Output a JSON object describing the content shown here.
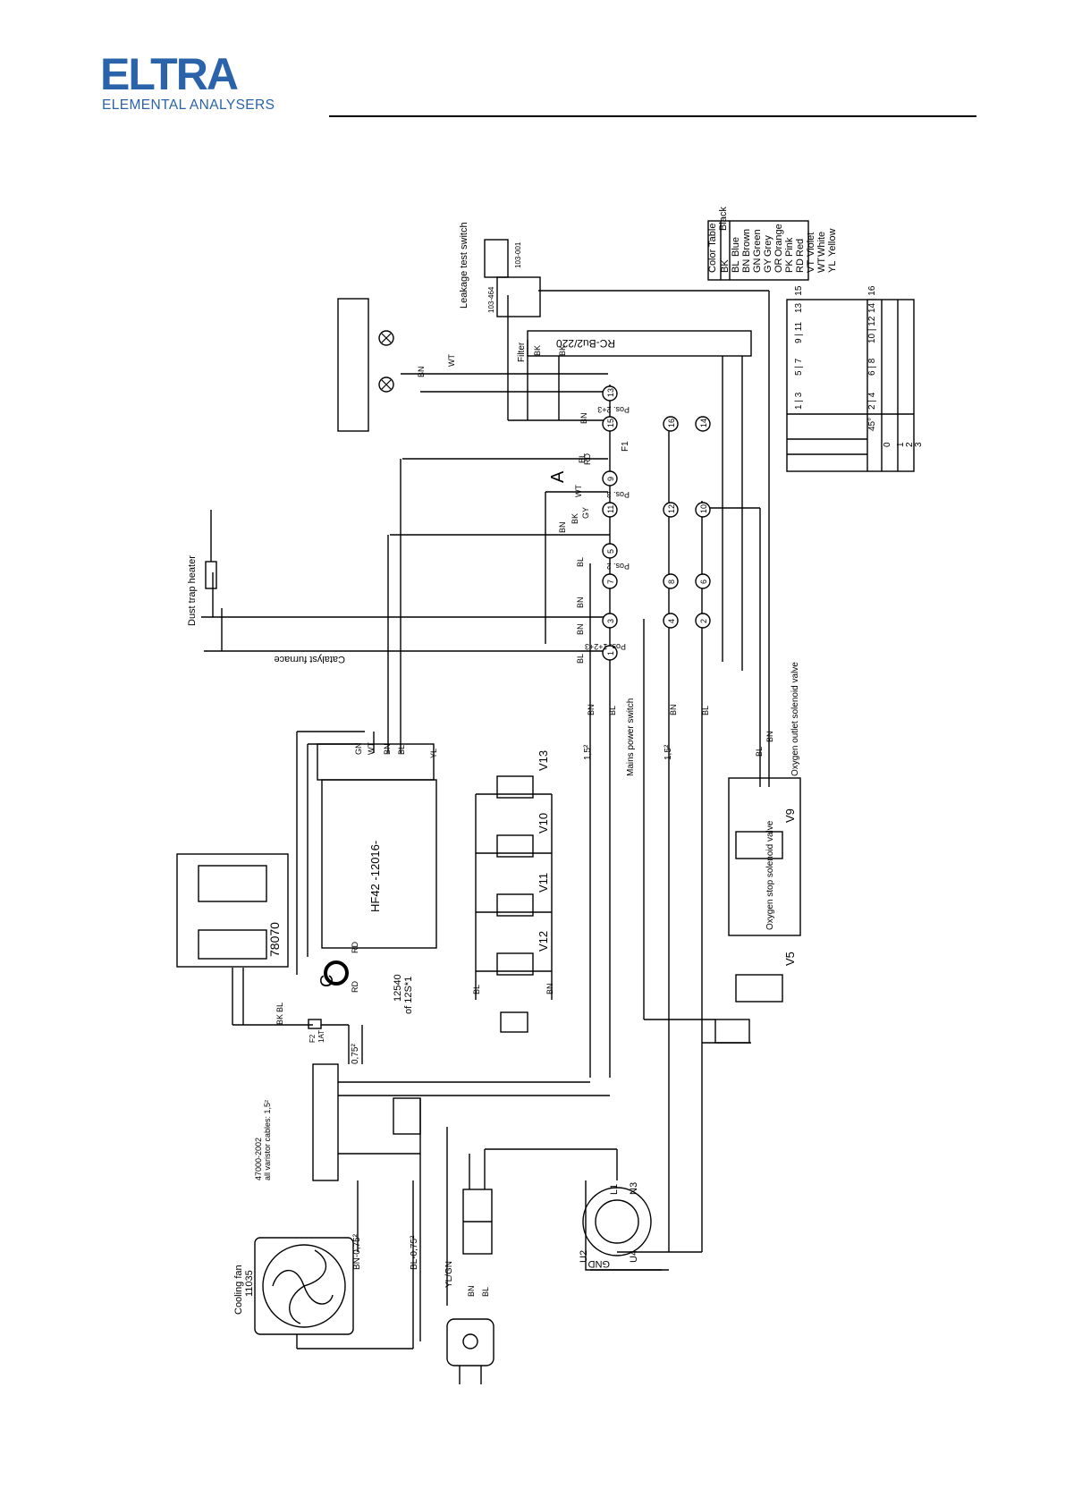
{
  "header": {
    "logo_word": "ELTRA",
    "logo_tagline": "ELEMENTAL ANALYSERS",
    "brand_color": "#2a63a9"
  },
  "color_table": {
    "title": "Color Table",
    "rows": [
      {
        "code": "BK",
        "name": "Black"
      },
      {
        "code": "BL",
        "name": "Blue"
      },
      {
        "code": "BN",
        "name": "Brown"
      },
      {
        "code": "GN",
        "name": "Green"
      },
      {
        "code": "GY",
        "name": "Grey"
      },
      {
        "code": "OR",
        "name": "Orange"
      },
      {
        "code": "PK",
        "name": "Pink"
      },
      {
        "code": "RD",
        "name": "Red"
      },
      {
        "code": "VT",
        "name": "Violet"
      },
      {
        "code": "WT",
        "name": "White"
      },
      {
        "code": "YL",
        "name": "Yellow"
      }
    ]
  },
  "switch_table": {
    "header_pairs": [
      "1 | 3",
      "5 | 7",
      "9 | 11",
      "13 | 15",
      "2 | 4",
      "6 | 8",
      "10 | 12",
      "14 | 16"
    ],
    "angle": "45°",
    "positions": [
      "0",
      "1",
      "2",
      "3"
    ]
  },
  "labels": {
    "leakage_switch": "Leakage test switch",
    "part_103_001": "103-001",
    "part_103_464": "103-464",
    "rc_relay": "RC-Bu2/220",
    "filter": "Filter",
    "fuse_f1": "F1",
    "dust_trap": "Dust trap heater",
    "catalyst": "Catalyst furnace",
    "mains_switch": "Mains power switch",
    "oxygen_outlet": "Oxygen outlet solenoid valve",
    "oxygen_stop": "Oxygen stop solenoid valve",
    "hf_board": "HF42 -12016-",
    "transformer": "78070",
    "ferrite": "12540",
    "ferrite_of": "of 12S*1",
    "varistor": "47000-2002",
    "varistor_note": "all varistor cables: 1,5²",
    "cooling_fan": "Cooling fan",
    "fan_part": "11035",
    "gnd": "GND",
    "fuse_f2": "F2",
    "fuse_f2_rating": "1AT",
    "pos_123": "Pos. 1+2+3",
    "pos_2": "Pos. 2",
    "pos_3": "Pos. 3",
    "pos_23": "Pos. 2+3",
    "a_mark": "A",
    "c_mark": "C",
    "cross_section_15": "1,5²",
    "cross_section_075": "0,75²",
    "bn_075": "BN-0,75²",
    "bl_075": "BL-0,75²",
    "yl_gn": "YL/GN",
    "valves": [
      "V13",
      "V10",
      "V11",
      "V12",
      "V9",
      "V5"
    ],
    "terminals": [
      "1",
      "2",
      "3",
      "4",
      "5",
      "6",
      "7",
      "8",
      "9",
      "10",
      "11",
      "12",
      "13",
      "14",
      "15",
      "16"
    ],
    "socket_pins": [
      "L1",
      "N3",
      "U2",
      "U4"
    ],
    "wire_codes": [
      "BK",
      "BL",
      "BN",
      "GN",
      "GY",
      "RD",
      "WT",
      "YL"
    ]
  }
}
